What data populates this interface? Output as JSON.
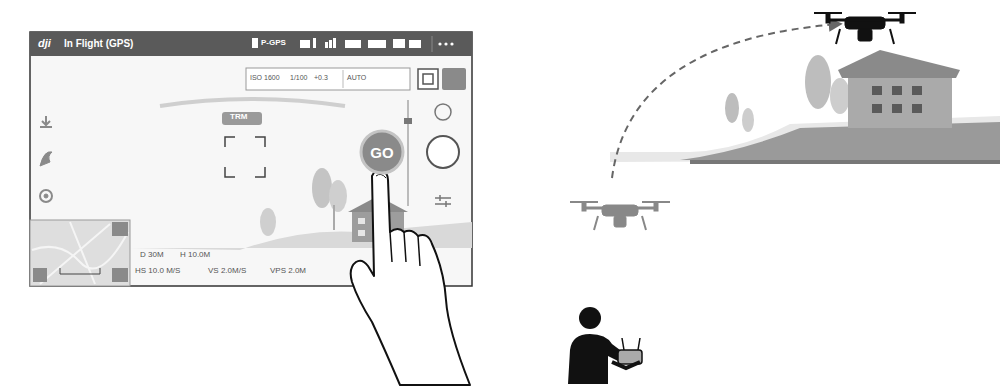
{
  "diagram": {
    "nodes": [
      {
        "text": [
          "GO"
        ]
      }
    ],
    "labels": [
      "dji",
      "In Flight (GPS)",
      "P-GPS",
      "ISO 1600",
      "1/100",
      "+0.3",
      "AUTO",
      "TRM",
      "D 30M",
      "H 10.0M",
      "HS 10.0 M/S",
      "VS 2.0M/S",
      "VPS 2.0M"
    ]
  }
}
